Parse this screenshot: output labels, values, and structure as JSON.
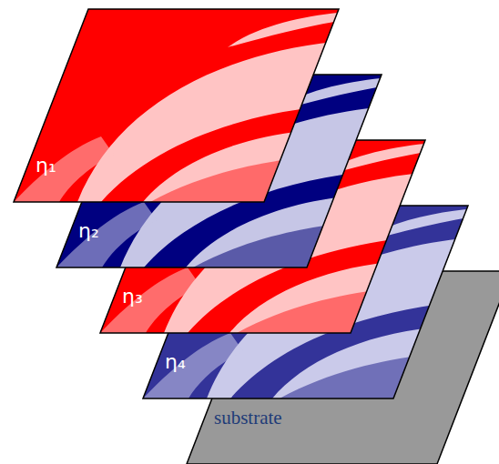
{
  "diagram": {
    "nodes": [
      {
        "text": [
          "η₁"
        ]
      },
      {
        "text": [
          "η₂"
        ]
      },
      {
        "text": [
          "η₃"
        ]
      },
      {
        "text": [
          "η₄"
        ]
      },
      {
        "text": [
          "substrate"
        ]
      }
    ],
    "edges": []
  }
}
